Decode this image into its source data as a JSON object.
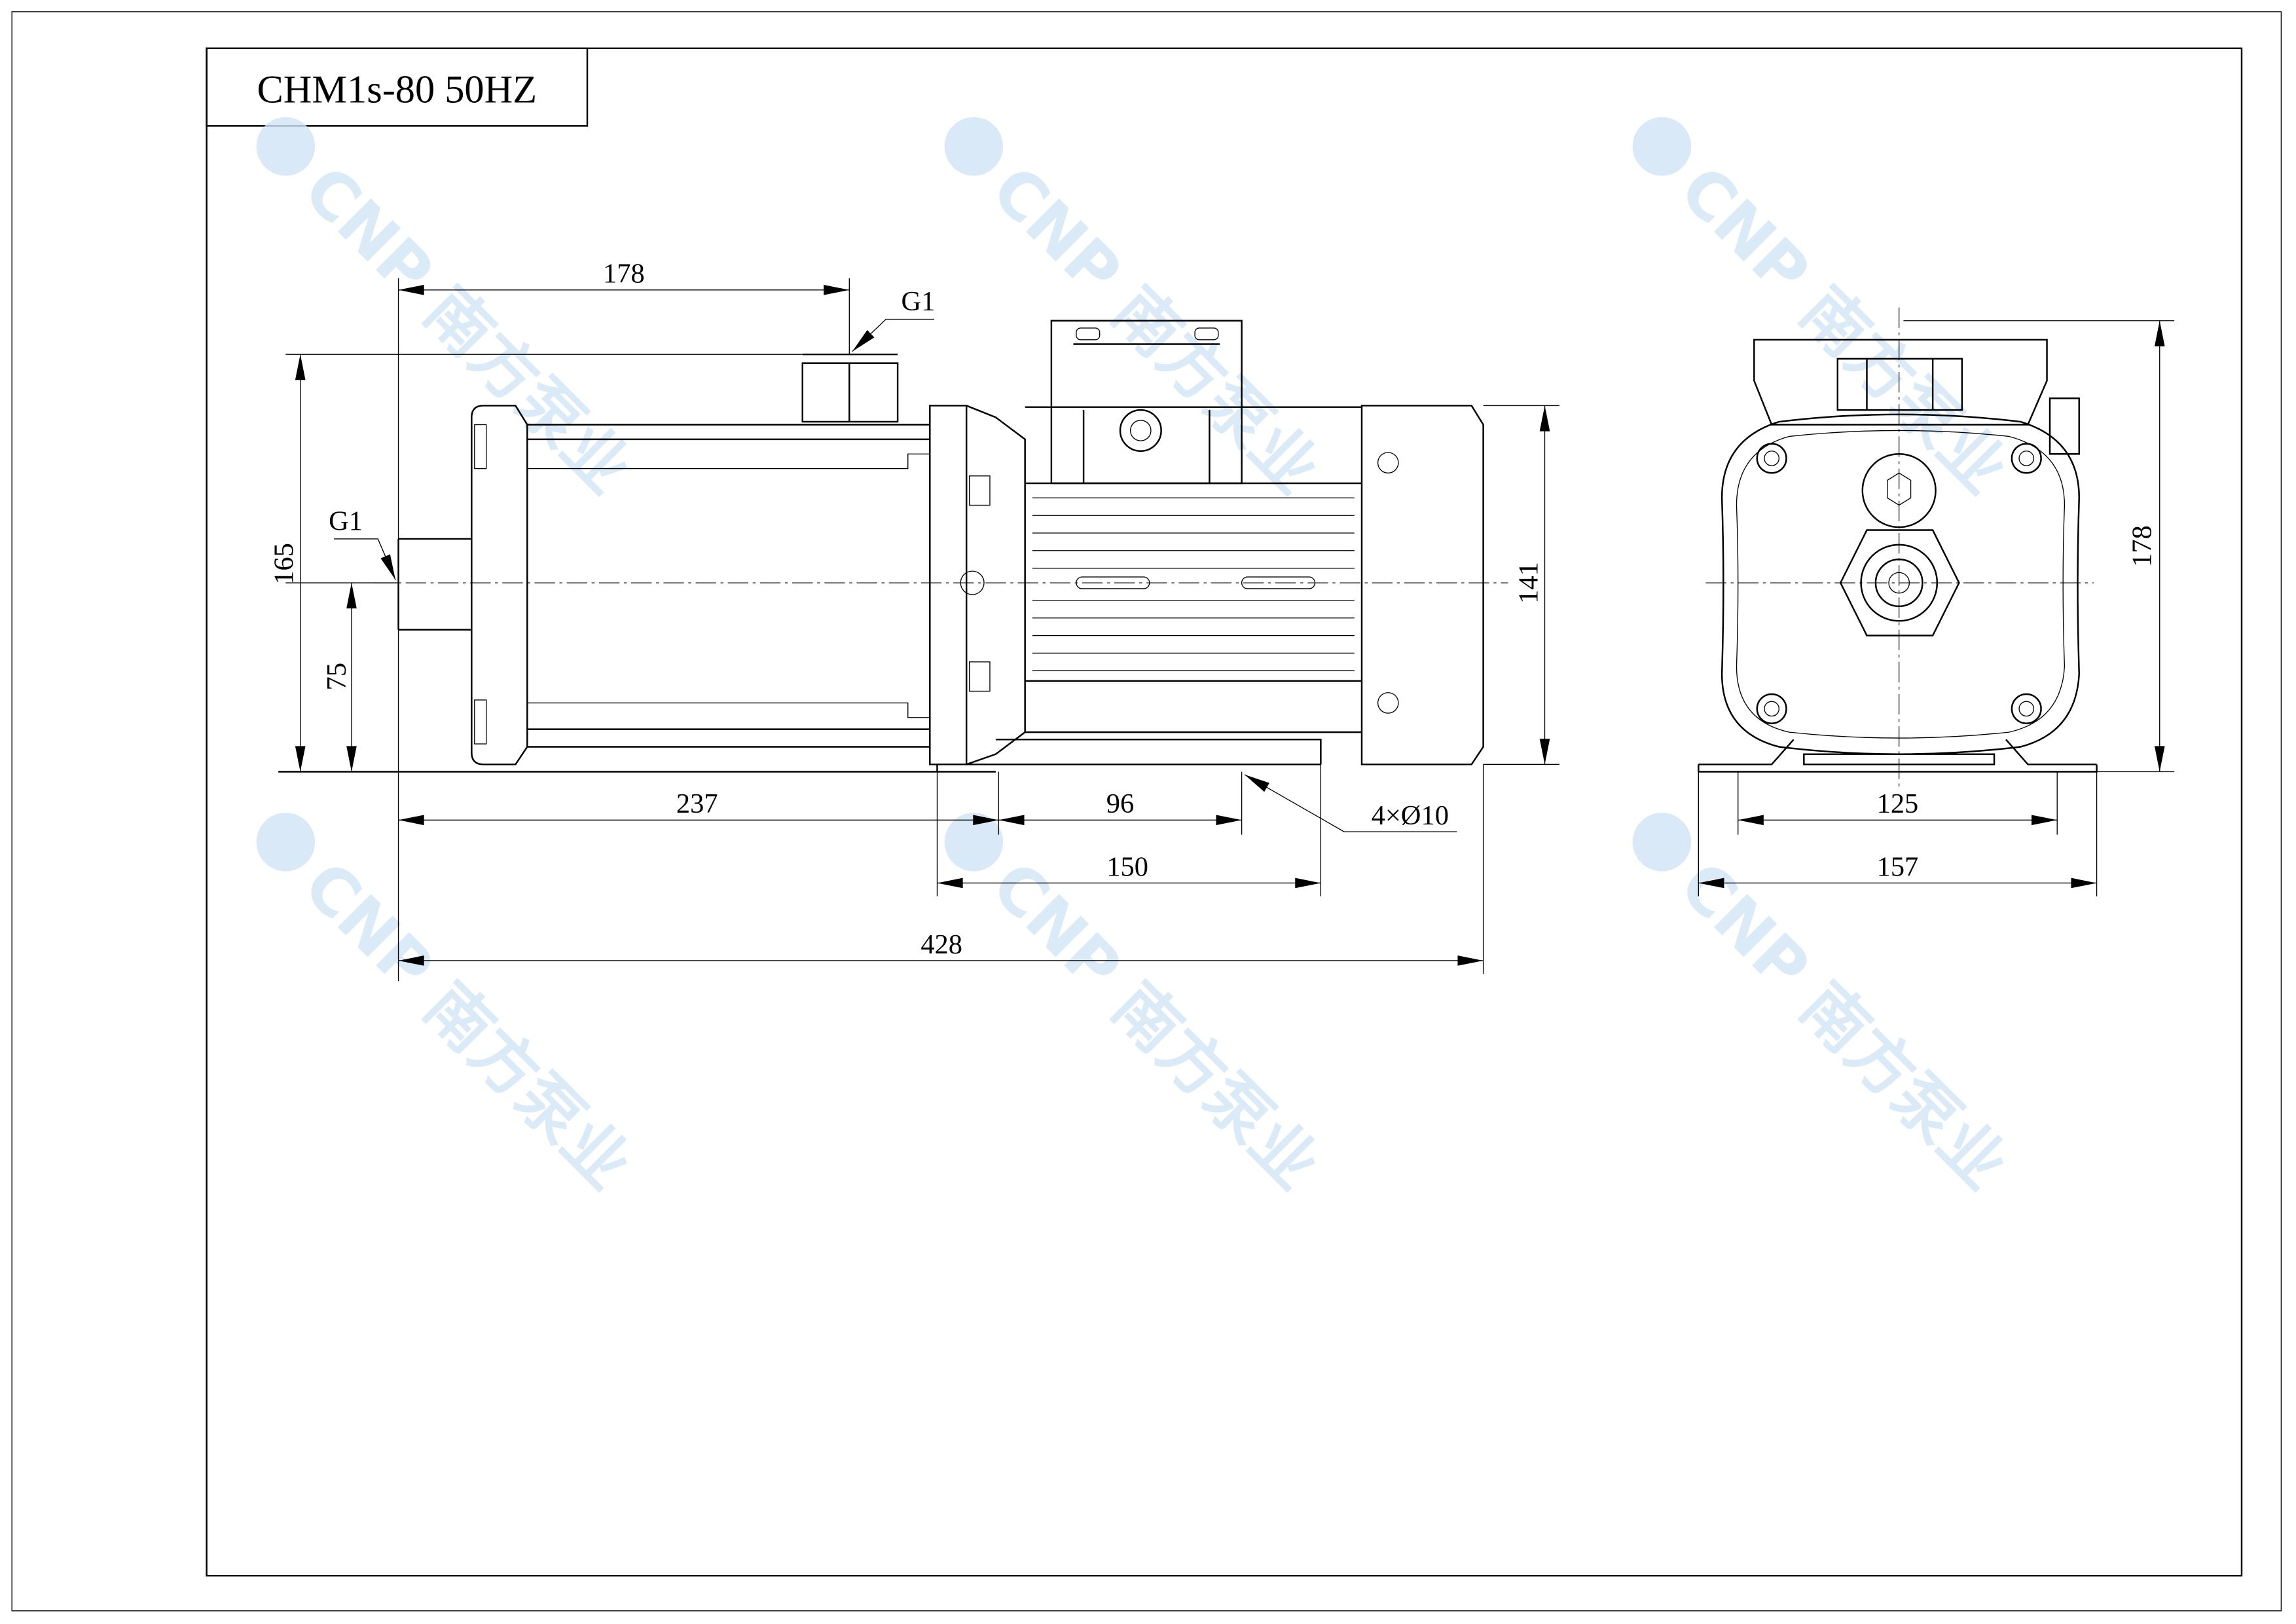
{
  "title": "CHM1s-80 50HZ",
  "watermark": {
    "logo": "CNP",
    "text": "南方泵业"
  },
  "side_view": {
    "dims": {
      "outlet_offset": "178",
      "outlet_thread": "G1",
      "inlet_thread": "G1",
      "total_height": "165",
      "axis_height": "75",
      "motor_height": "141",
      "inlet_to_base": "237",
      "hole_spacing": "96",
      "base_length": "150",
      "total_length": "428",
      "holes": "4×Ø10"
    }
  },
  "front_view": {
    "dims": {
      "hole_spacing": "125",
      "base_width": "157",
      "height": "178"
    }
  }
}
